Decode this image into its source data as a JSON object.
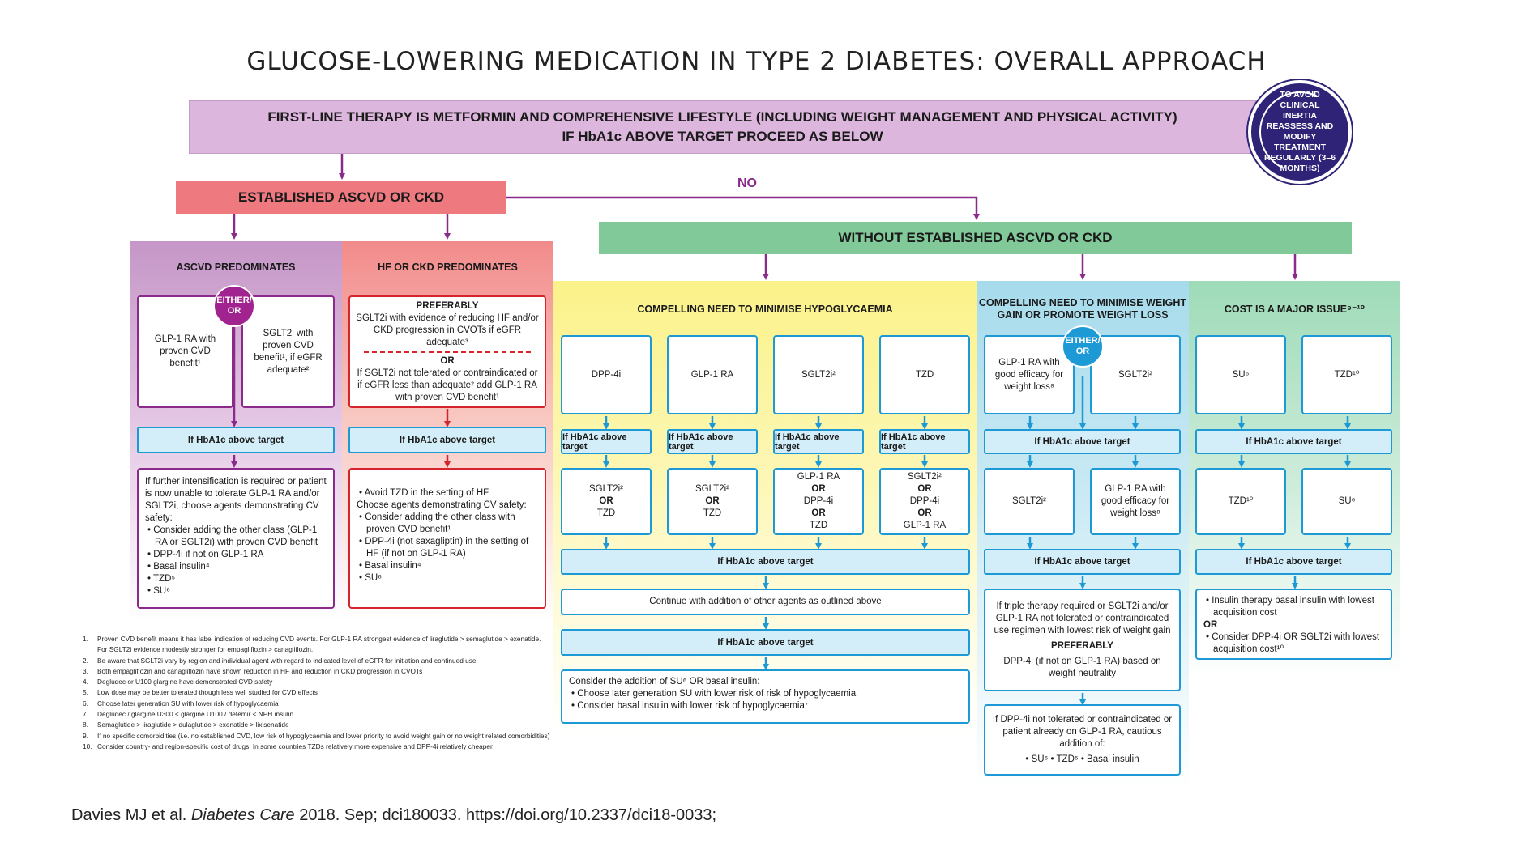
{
  "title": "GLUCOSE-LOWERING MEDICATION IN TYPE 2 DIABETES: OVERALL APPROACH",
  "top_banner": {
    "line1": "FIRST-LINE THERAPY IS METFORMIN AND COMPREHENSIVE LIFESTYLE (INCLUDING WEIGHT MANAGEMENT AND PHYSICAL ACTIVITY)",
    "line2": "IF HbA1c ABOVE TARGET PROCEED AS BELOW"
  },
  "inertia_circle": "TO AVOID CLINICAL INERTIA REASSESS AND MODIFY TREATMENT REGULARLY (3–6 MONTHS)",
  "established": "ESTABLISHED ASCVD OR CKD",
  "no_label": "NO",
  "without": "WITHOUT ESTABLISHED ASCVD OR CKD",
  "ascvd": {
    "heading": "ASCVD PREDOMINATES",
    "either_or": "EITHER/ OR",
    "glp1": "GLP-1 RA with proven CVD benefit¹",
    "sglt2": "SGLT2i with proven CVD benefit¹, if eGFR adequate²",
    "target": "If HbA1c above target",
    "further_intro": "If further intensification is required or patient is now unable to tolerate GLP-1 RA and/or SGLT2i, choose agents demonstrating CV safety:",
    "further_items": [
      "Consider adding the other class (GLP-1 RA or SGLT2i) with proven CVD benefit",
      "DPP-4i if not on GLP-1 RA",
      "Basal insulin⁴",
      "TZD⁵",
      "SU⁶"
    ]
  },
  "hf": {
    "heading": "HF OR CKD PREDOMINATES",
    "preferably": "PREFERABLY",
    "pref_text": "SGLT2i with evidence of reducing HF and/or CKD progression in CVOTs if eGFR adequate³",
    "or": "OR",
    "alt_text": "If SGLT2i not tolerated or contraindicated or if eGFR less than adequate² add GLP-1 RA with proven CVD benefit¹",
    "target": "If HbA1c above target",
    "avoid": "Avoid TZD in the setting of HF",
    "choose": "Choose agents demonstrating CV safety:",
    "items": [
      "Consider adding the other class with proven CVD benefit¹",
      "DPP-4i (not saxagliptin) in the setting of HF (if not on GLP-1 RA)",
      "Basal insulin⁴",
      "SU⁶"
    ]
  },
  "hypo": {
    "heading": "COMPELLING NEED TO MINIMISE HYPOGLYCAEMIA",
    "drugs": [
      "DPP-4i",
      "GLP-1 RA",
      "SGLT2i²",
      "TZD"
    ],
    "target": "If HbA1c above target",
    "second": [
      [
        "SGLT2i²",
        "OR",
        "TZD"
      ],
      [
        "SGLT2i²",
        "OR",
        "TZD"
      ],
      [
        "GLP-1 RA",
        "OR",
        "DPP-4i",
        "OR",
        "TZD"
      ],
      [
        "SGLT2i²",
        "OR",
        "DPP-4i",
        "OR",
        "GLP-1 RA"
      ]
    ],
    "continue": "Continue with addition of other agents as outlined above",
    "consider_intro": "Consider the addition of SU⁶ OR basal insulin:",
    "consider_items": [
      "Choose later generation SU with lower risk of risk of hypoglycaemia",
      "Consider basal insulin with lower risk of hypoglycaemia⁷"
    ]
  },
  "weight": {
    "heading": "COMPELLING NEED TO MINIMISE WEIGHT GAIN OR PROMOTE WEIGHT LOSS",
    "either_or": "EITHER/ OR",
    "glp1": "GLP-1 RA with good efficacy for weight loss⁸",
    "sglt2": "SGLT2i²",
    "target": "If HbA1c above target",
    "second_left": "SGLT2i²",
    "second_right": "GLP-1 RA with good efficacy for weight loss⁸",
    "triple": "If triple therapy required or SGLT2i and/or GLP-1 RA not tolerated or contraindicated use regimen with lowest risk of weight gain",
    "preferably": "PREFERABLY",
    "dpp4": "DPP-4i (if not on GLP-1 RA) based on weight neutrality",
    "dpp4_fail": "If DPP-4i not tolerated or contraindicated or patient already on GLP-1 RA, cautious addition of:",
    "dpp4_fail_items": "• SU⁶ • TZD⁵ • Basal insulin"
  },
  "cost": {
    "heading": "COST IS A MAJOR ISSUE⁹⁻¹⁰",
    "first": [
      "SU⁶",
      "TZD¹⁰"
    ],
    "target": "If HbA1c above target",
    "second": [
      "TZD¹⁰",
      "SU⁶"
    ],
    "insulin": "Insulin therapy basal insulin with lowest acquisition cost",
    "or": "OR",
    "dpp4": "Consider DPP-4i OR SGLT2i with lowest acquisition cost¹⁰"
  },
  "footnotes": [
    [
      "1.",
      "Proven CVD benefit means it has label indication of reducing CVD events. For GLP-1 RA strongest evidence of liraglutide > semaglutide > exenatide. For SGLT2i evidence modestly stronger for empagliflozin > canagliflozin."
    ],
    [
      "2.",
      "Be aware that SGLT2i vary by region and individual agent with regard to indicated level of eGFR for initiation and continued use"
    ],
    [
      "3.",
      "Both empagliflozin and canagliflozin have shown reduction in HF and reduction in CKD progression in CVOTs"
    ],
    [
      "4.",
      "Degludec or U100 glargine have demonstrated CVD safety"
    ],
    [
      "5.",
      "Low dose may be better tolerated though less well studied for CVD effects"
    ],
    [
      "6.",
      "Choose later generation SU with lower risk of hypoglycaemia"
    ],
    [
      "7.",
      "Degludec / glargine U300 < glargine U100 / detemir < NPH insulin"
    ],
    [
      "8.",
      "Semaglutide > liraglutide > dulaglutide > exenatide > lixisenatide"
    ],
    [
      "9.",
      "If no specific comorbidities (i.e. no established CVD, low risk of hypoglycaemia and lower priority to avoid weight gain or no weight related comorbidities)"
    ],
    [
      "10.",
      "Consider country- and region-specific cost of drugs. In some countries TZDs relatively more expensive and DPP-4i relatively cheaper"
    ]
  ],
  "citation": {
    "authors": "Davies MJ et al.",
    "journal": "Diabetes Care",
    "rest": "2018. Sep; dci180033. https://doi.org/10.2337/dci18-0033;"
  },
  "colors": {
    "purple": "#8a2a8a",
    "red": "#d6242c",
    "blue": "#1d9ad6",
    "navy": "#2f2377"
  }
}
